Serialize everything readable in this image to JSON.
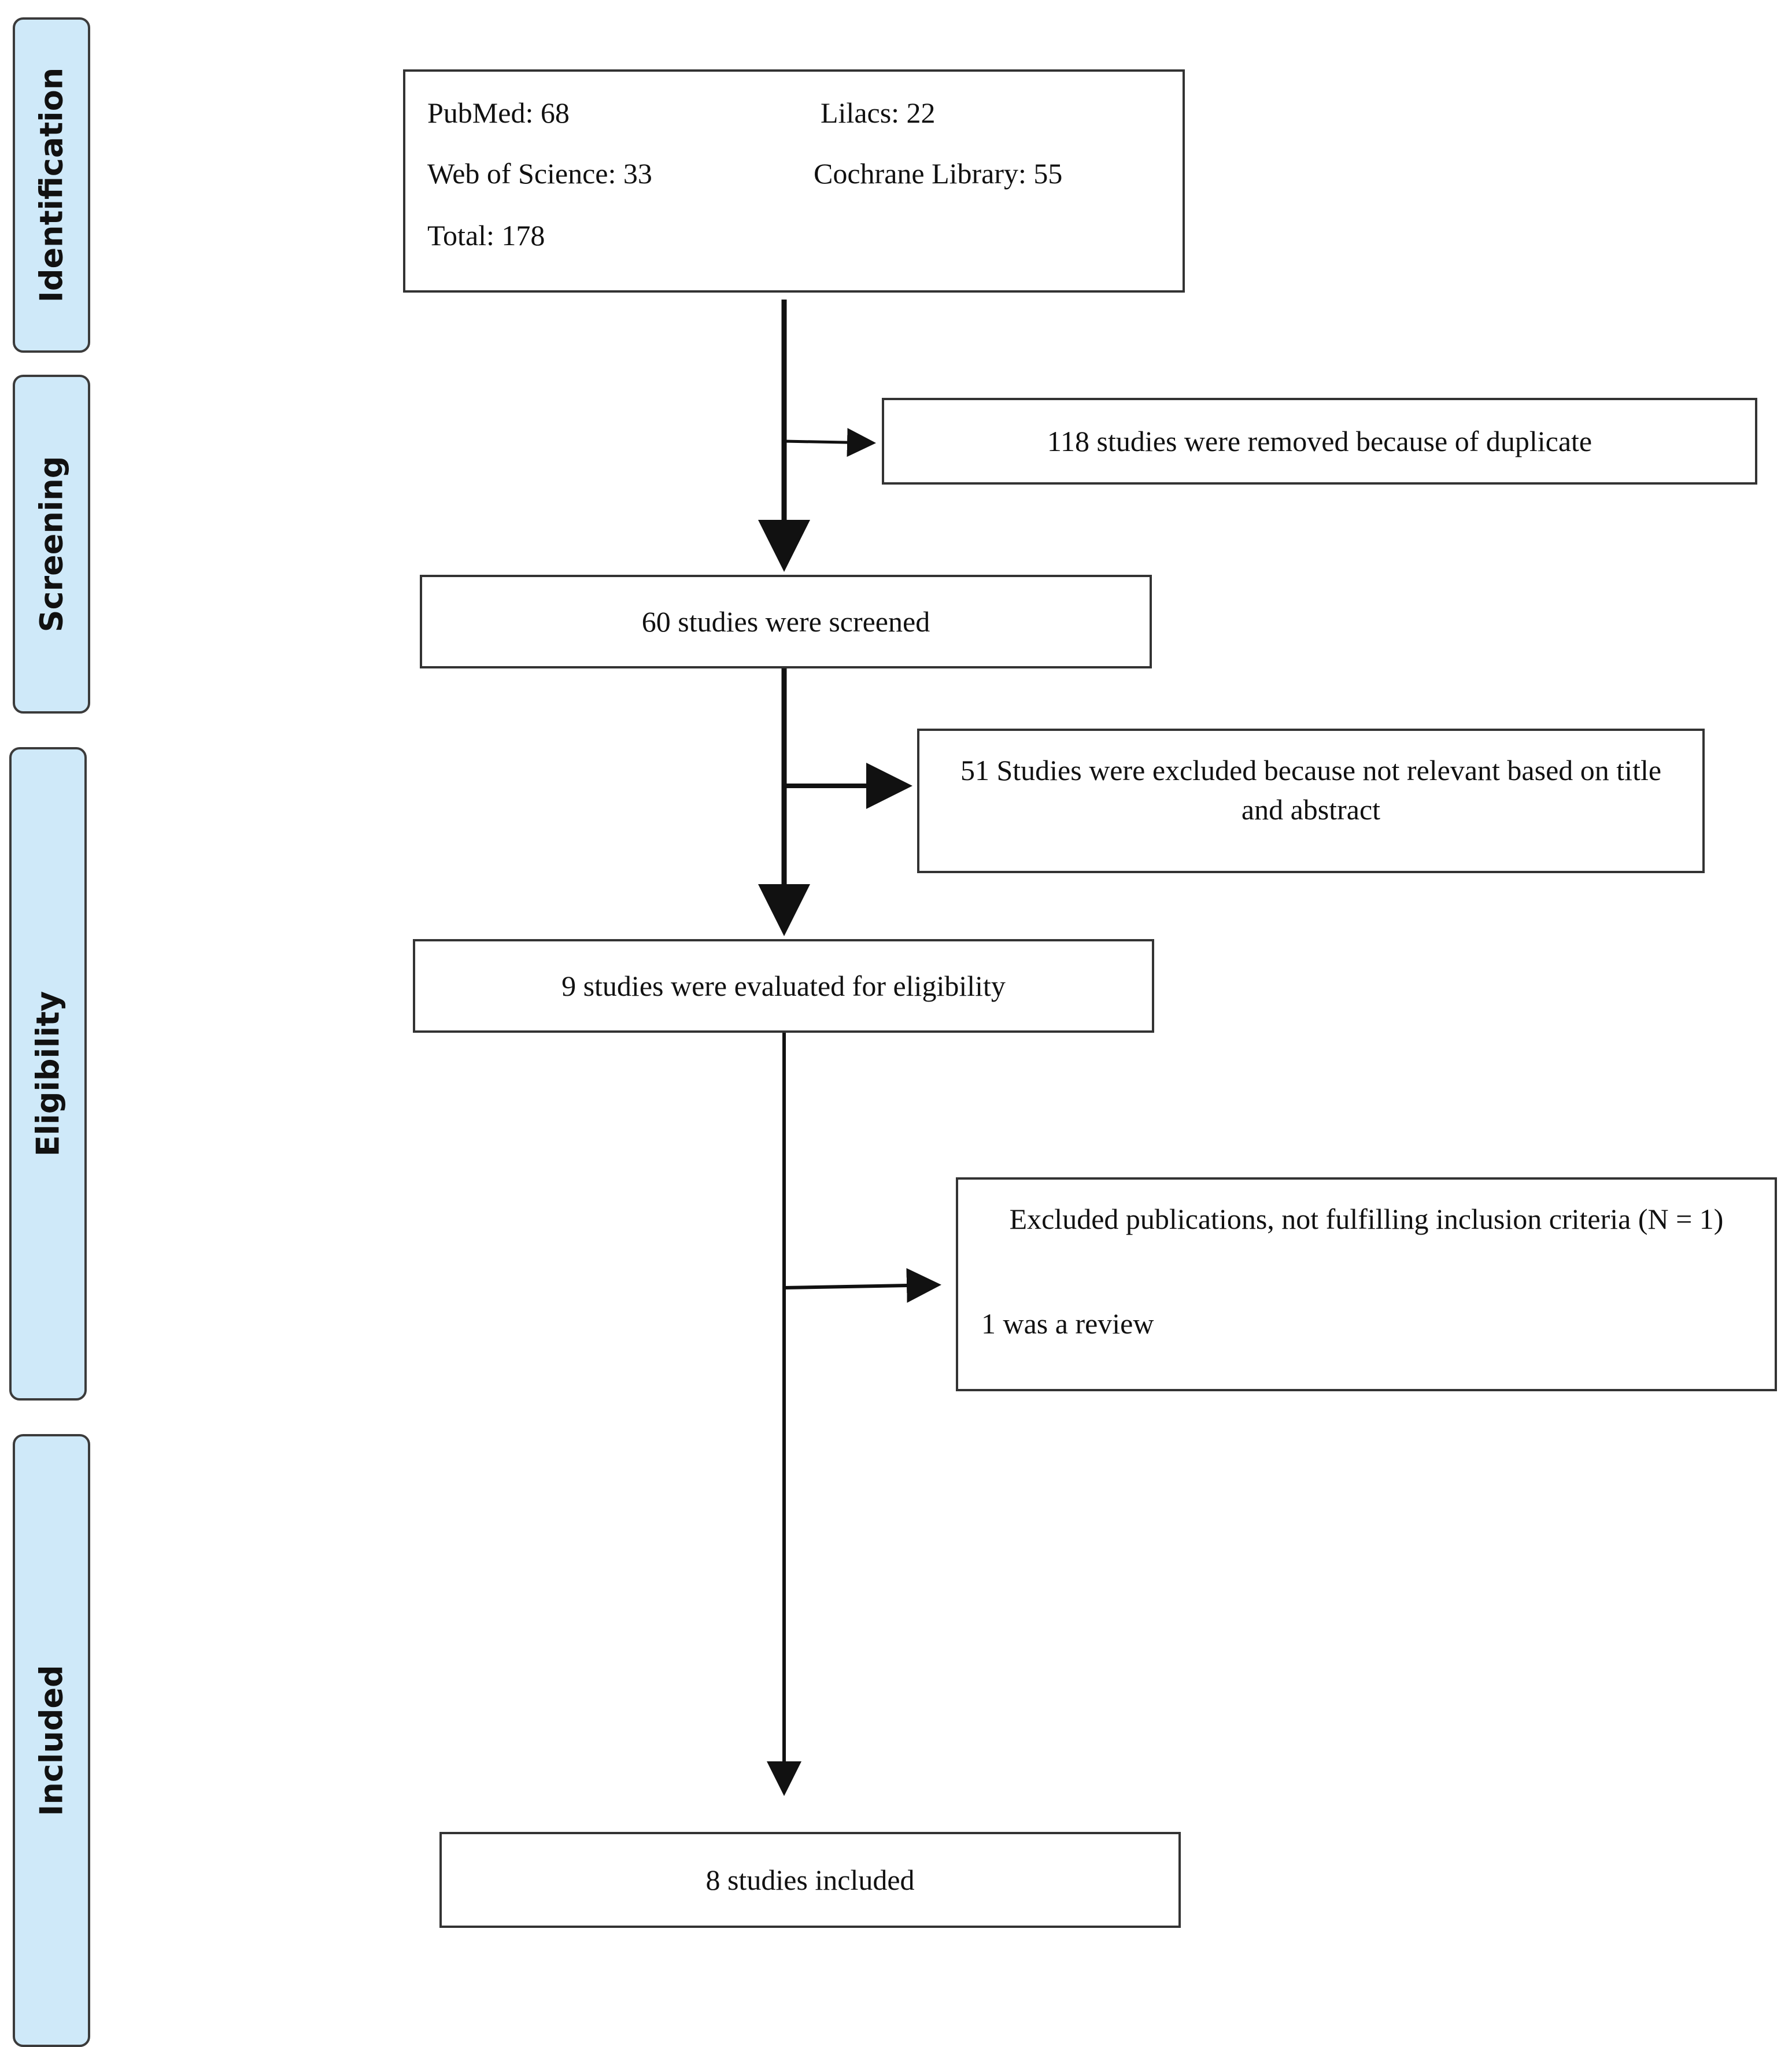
{
  "phases": {
    "identification": "Identification",
    "screening": "Screening",
    "eligibility": "Eligibility",
    "included": "Included"
  },
  "identification_box": {
    "pubmed": "PubMed: 68",
    "lilacs": "Lilacs:   22",
    "web_of_science": "Web of Science: 33",
    "cochrane": "Cochrane Library: 55",
    "total": "Total: 178"
  },
  "removed_duplicates": "118 studies were removed because of duplicate",
  "screened": "60 studies were screened",
  "excluded_title_abstract": "51 Studies were excluded because not relevant based on title and abstract",
  "evaluated_eligibility": "9 studies were evaluated for eligibility",
  "excluded_criteria": {
    "heading": "Excluded publications, not fulfilling inclusion criteria (N = 1)",
    "detail": "1 was a review"
  },
  "included": "8 studies included"
}
